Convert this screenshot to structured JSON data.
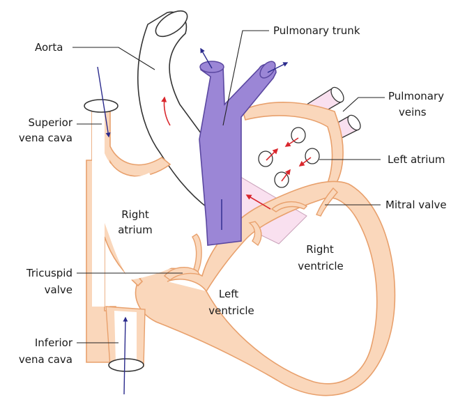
{
  "labels": {
    "aorta": "Aorta",
    "pulmonary_trunk": "Pulmonary trunk",
    "pulmonary_veins_1": "Pulmonary",
    "pulmonary_veins_2": "veins",
    "superior_vena_cava_1": "Superior",
    "superior_vena_cava_2": "vena cava",
    "left_atrium": "Left atrium",
    "right_atrium_1": "Right",
    "right_atrium_2": "atrium",
    "mitral_valve": "Mitral valve",
    "right_ventricle_1": "Right",
    "right_ventricle_2": "ventricle",
    "tricuspid_valve_1": "Tricuspid",
    "tricuspid_valve_2": "valve",
    "left_ventricle_1": "Left",
    "left_ventricle_2": "ventricle",
    "inferior_vena_cava_1": "Inferior",
    "inferior_vena_cava_2": "vena cava"
  },
  "colors": {
    "muscle_fill": "#fad7bb",
    "muscle_stroke": "#e8a06c",
    "vessel_fill": "#ffffff",
    "vessel_stroke": "#333333",
    "pulmonary_fill": "#9b86d6",
    "pulmonary_stroke": "#5a47a0",
    "pink_fill": "#f9e0ef",
    "arrow_blue": "#2a2a8c",
    "arrow_red": "#d9262c",
    "leader_line": "#222222"
  }
}
